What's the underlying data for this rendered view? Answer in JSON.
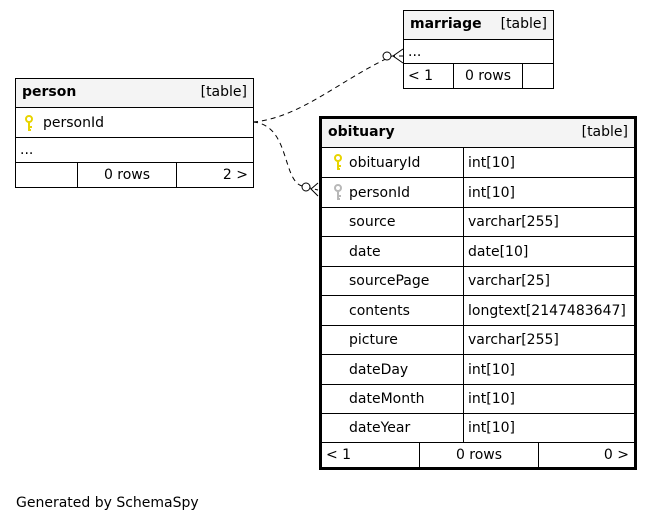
{
  "footer": "Generated by SchemaSpy",
  "tables": {
    "person": {
      "name": "person",
      "kind": "[table]",
      "columns": [
        {
          "name": "personId",
          "key": "primary"
        }
      ],
      "ellipsis": "...",
      "footer": {
        "left": "",
        "middle": "0 rows",
        "right": "2 >"
      }
    },
    "marriage": {
      "name": "marriage",
      "kind": "[table]",
      "ellipsis": "...",
      "footer": {
        "left": "< 1",
        "middle": "0 rows",
        "right": ""
      }
    },
    "obituary": {
      "name": "obituary",
      "kind": "[table]",
      "columns": [
        {
          "name": "obituaryId",
          "type": "int[10]",
          "key": "primary"
        },
        {
          "name": "personId",
          "type": "int[10]",
          "key": "foreign"
        },
        {
          "name": "source",
          "type": "varchar[255]",
          "key": ""
        },
        {
          "name": "date",
          "type": "date[10]",
          "key": ""
        },
        {
          "name": "sourcePage",
          "type": "varchar[25]",
          "key": ""
        },
        {
          "name": "contents",
          "type": "longtext[2147483647]",
          "key": ""
        },
        {
          "name": "picture",
          "type": "varchar[255]",
          "key": ""
        },
        {
          "name": "dateDay",
          "type": "int[10]",
          "key": ""
        },
        {
          "name": "dateMonth",
          "type": "int[10]",
          "key": ""
        },
        {
          "name": "dateYear",
          "type": "int[10]",
          "key": ""
        }
      ],
      "footer": {
        "left": "< 1",
        "middle": "0 rows",
        "right": "0 >"
      }
    }
  },
  "colors": {
    "primary_key": "#e8d400",
    "foreign_key": "#b8b8b8",
    "header_bg": "#f4f4f4"
  }
}
